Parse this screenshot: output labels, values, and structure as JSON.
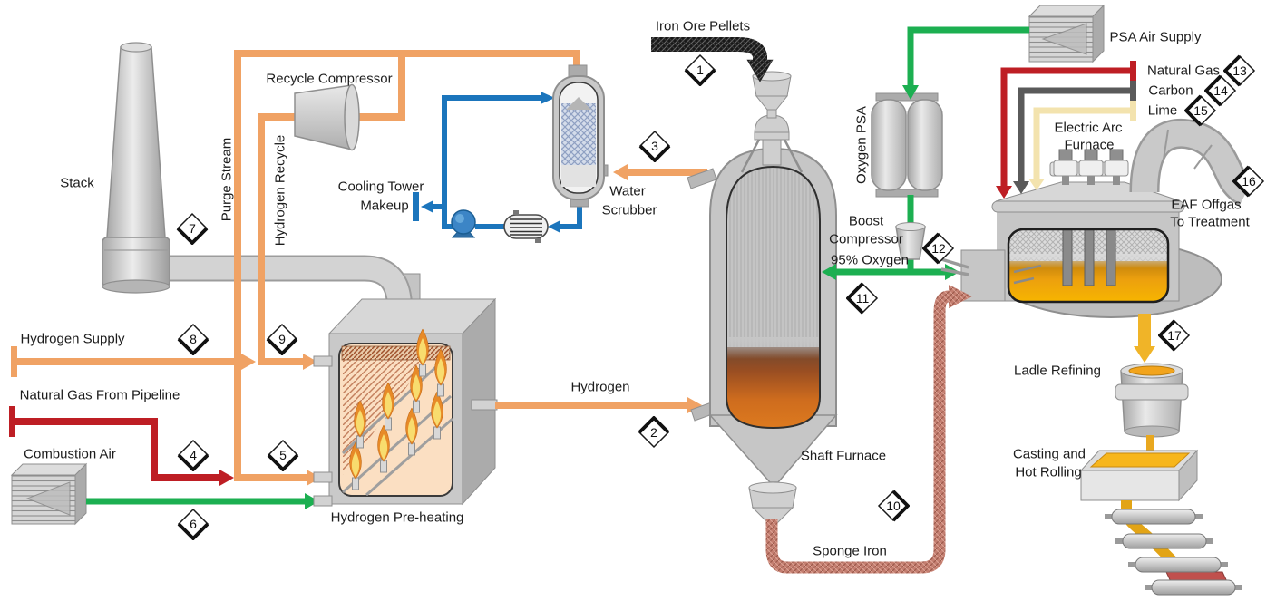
{
  "labels": {
    "stack": "Stack",
    "recycle_compressor": "Recycle Compressor",
    "purge_stream": "Purge Stream",
    "hydrogen_recycle": "Hydrogen Recycle",
    "cooling_tower_line1": "Cooling Tower",
    "cooling_tower_line2": "Makeup",
    "water_scrubber_line1": "Water",
    "water_scrubber_line2": "Scrubber",
    "iron_ore_pellets": "Iron Ore Pellets",
    "hydrogen_supply": "Hydrogen Supply",
    "natural_gas_pipeline": "Natural Gas From Pipeline",
    "combustion_air": "Combustion Air",
    "hydrogen_preheating": "Hydrogen Pre-heating",
    "hydrogen": "Hydrogen",
    "shaft_furnace": "Shaft Furnace",
    "sponge_iron": "Sponge Iron",
    "oxygen_psa": "Oxygen PSA",
    "boost_line1": "Boost",
    "boost_line2": "Compressor",
    "boost_line3": "95% Oxygen",
    "psa_air_supply": "PSA Air Supply",
    "natural_gas": "Natural Gas",
    "carbon": "Carbon",
    "lime": "Lime",
    "eaf_line1": "Electric Arc",
    "eaf_line2": "Furnace",
    "offgas_line1": "EAF Offgas",
    "offgas_line2": "To Treatment",
    "ladle_refining": "Ladle Refining",
    "casting_line1": "Casting and",
    "casting_line2": "Hot Rolling"
  },
  "markers": {
    "m1": "1",
    "m2": "2",
    "m3": "3",
    "m4": "4",
    "m5": "5",
    "m6": "6",
    "m7": "7",
    "m8": "8",
    "m9": "9",
    "m10": "10",
    "m11": "11",
    "m12": "12",
    "m13": "13",
    "m14": "14",
    "m15": "15",
    "m16": "16",
    "m17": "17"
  },
  "colors": {
    "hydrogen_orange": "#F0A264",
    "natural_gas_red": "#BE1E24",
    "oxygen_green": "#1CAF51",
    "water_blue": "#1B75BC",
    "carbon_gray": "#5A5A5A",
    "lime_yellow": "#F3E3AE",
    "sponge_iron_brown": "#C47E70",
    "molten_steel_gold": "#F2A71B",
    "iron_ore_black": "#181818",
    "equipment_gray": "#C9C9C9"
  }
}
